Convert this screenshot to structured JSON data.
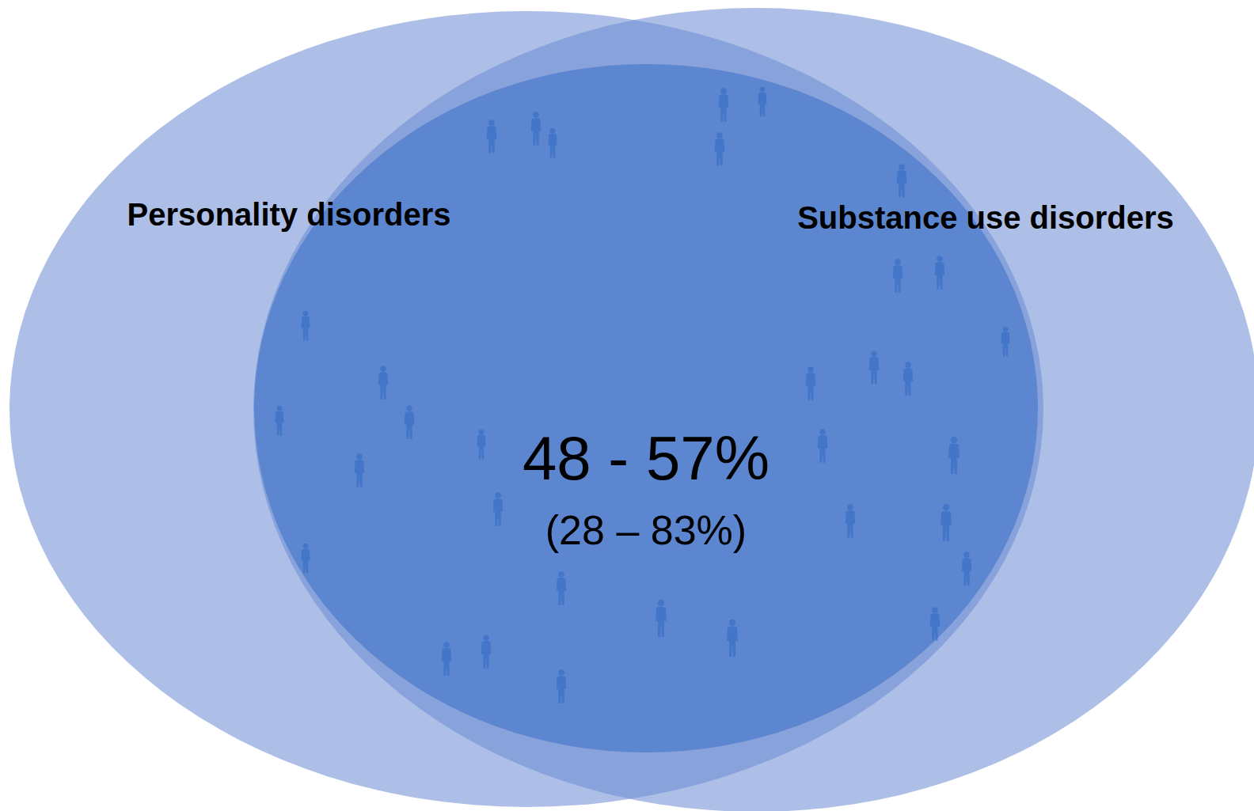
{
  "diagram": {
    "nodes": [
      {
        "text": [
          "Personality disorders"
        ]
      },
      {
        "text": [
          "Substance use disorders"
        ]
      },
      {
        "text": [
          "48 - 57%",
          "(28 – 83%)"
        ]
      }
    ]
  }
}
